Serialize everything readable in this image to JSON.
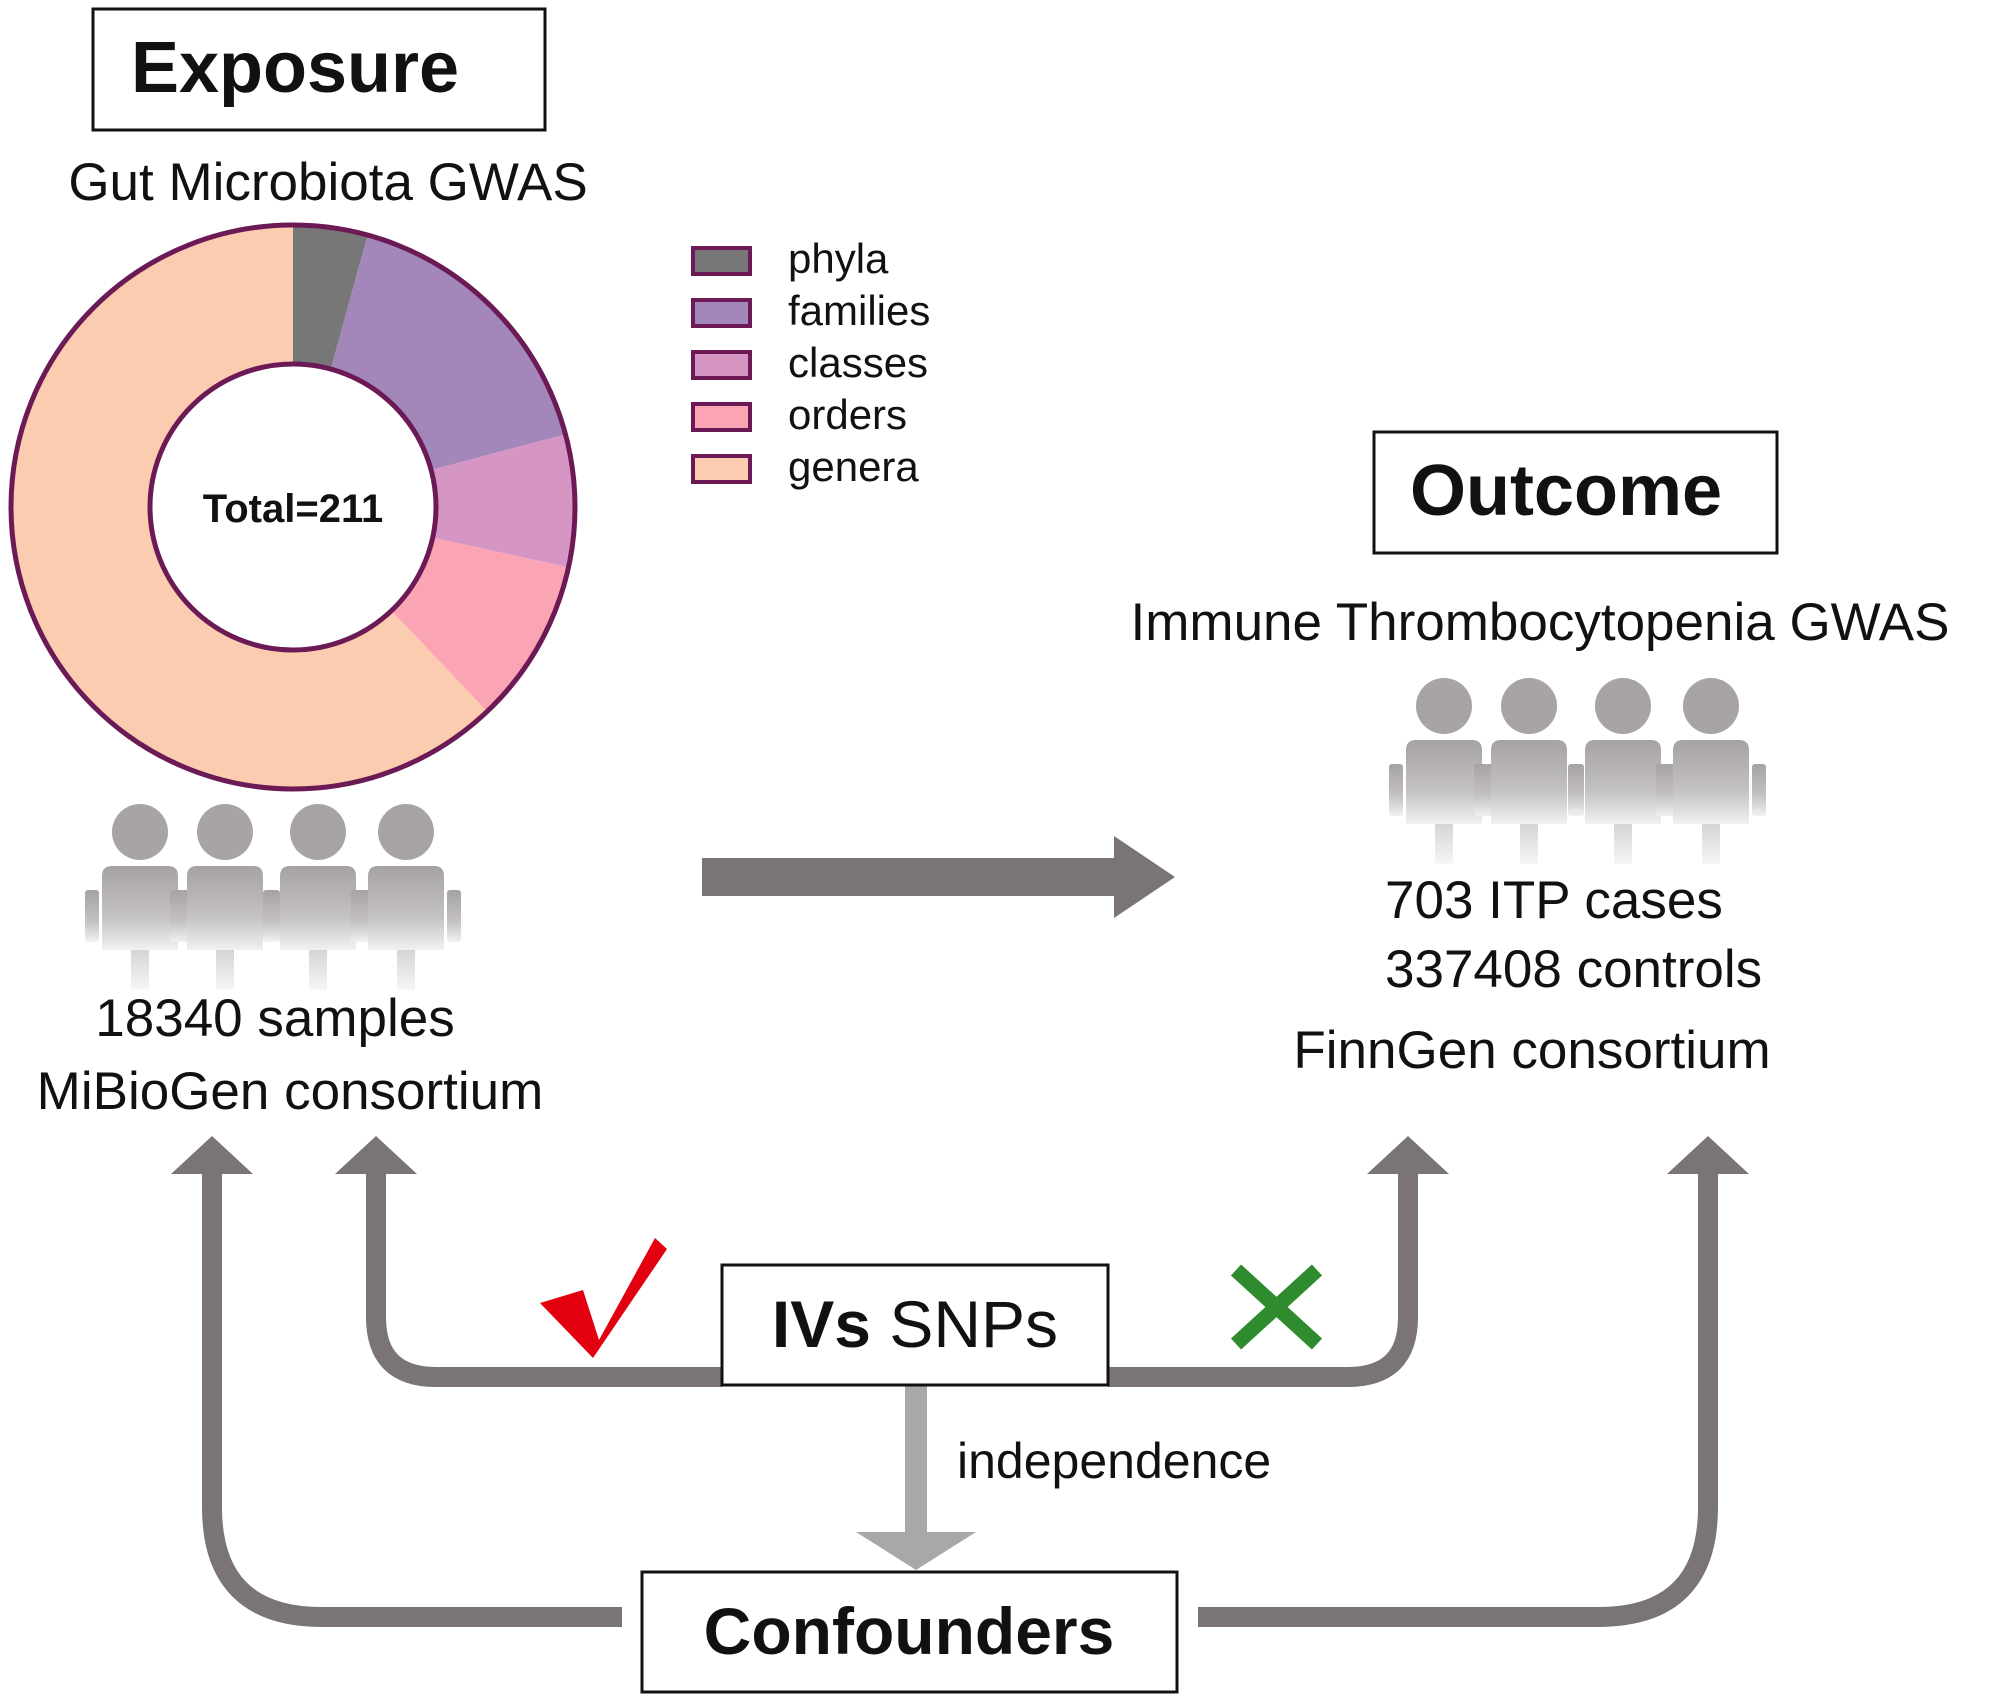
{
  "exposure": {
    "title": "Exposure",
    "subtitle": "Gut Microbiota GWAS",
    "total_label": "Total=211",
    "samples": "18340 samples",
    "consortium": "MiBioGen consortium"
  },
  "outcome": {
    "title": "Outcome",
    "subtitle": "Immune Thrombocytopenia GWAS",
    "cases": "703 ITP cases",
    "controls": "337408 controls",
    "consortium": "FinnGen consortium"
  },
  "ivs": {
    "bold": "IVs",
    "rest": "SNPs"
  },
  "confounders": "Confounders",
  "independence_label": "independence",
  "chart_data": {
    "type": "pie",
    "title": "",
    "total": 211,
    "categories": [
      "phyla",
      "families",
      "classes",
      "orders",
      "genera"
    ],
    "values": [
      9,
      35,
      16,
      20,
      131
    ],
    "colors": [
      "#777777",
      "#a387bb",
      "#d596c4",
      "#fba4b4",
      "#fcccb0"
    ],
    "legend_position": "right"
  },
  "colors": {
    "arrow": "#7a7474",
    "ring_border": "#6b1a55",
    "check": "#e3000f",
    "cross": "#2e8b2e",
    "person": "#a8a4a4"
  }
}
